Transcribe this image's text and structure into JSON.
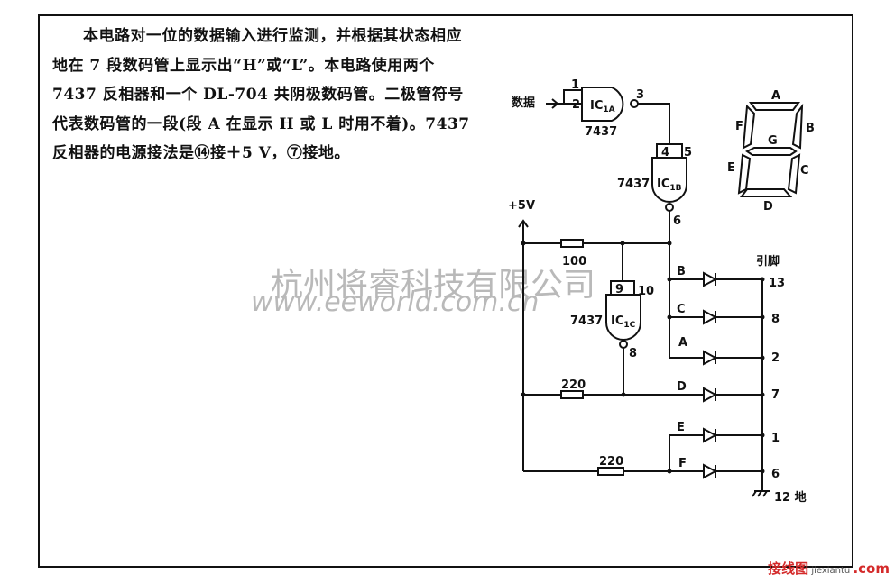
{
  "description": "本电路对一位的数据输入进行监测，并根据其状态相应地在 7 段数码管上显示出“H”或“L”。本电路使用两个 7437 反相器和一个 DL-704 共阴极数码管。二极管符号代表数码管的一段(段 A 在显示 H 或 L 时用不着)。7437 反相器的电源接法是⑭接＋5 V，⑦接地。",
  "circuit": {
    "input_label": "数据",
    "supply_label": "+5V",
    "ic_a": {
      "name": "IC",
      "sub": "1A",
      "part": "7437",
      "pins": [
        "1",
        "2",
        "3"
      ]
    },
    "ic_b": {
      "name": "IC",
      "sub": "1B",
      "part": "7437",
      "pins": [
        "4",
        "5",
        "6"
      ]
    },
    "ic_c": {
      "name": "IC",
      "sub": "1C",
      "part": "7437",
      "pins": [
        "9",
        "10",
        "8"
      ]
    },
    "resistors": [
      "100",
      "220",
      "220"
    ],
    "pin_header": "引脚",
    "segments": [
      {
        "seg": "B",
        "pin": "13"
      },
      {
        "seg": "C",
        "pin": "8"
      },
      {
        "seg": "A",
        "pin": "2"
      },
      {
        "seg": "D",
        "pin": "7"
      },
      {
        "seg": "E",
        "pin": "1"
      },
      {
        "seg": "F",
        "pin": "6"
      }
    ],
    "ground_label": "12 地"
  },
  "display": {
    "labels": [
      "A",
      "B",
      "C",
      "D",
      "E",
      "F",
      "G"
    ]
  },
  "watermark": {
    "line1": "杭州将睿科技有限公司",
    "line2": "www.eeworld.com.cn"
  },
  "footer": {
    "site": "接线图",
    "url": "jiexiantu",
    "domain": ".com"
  }
}
